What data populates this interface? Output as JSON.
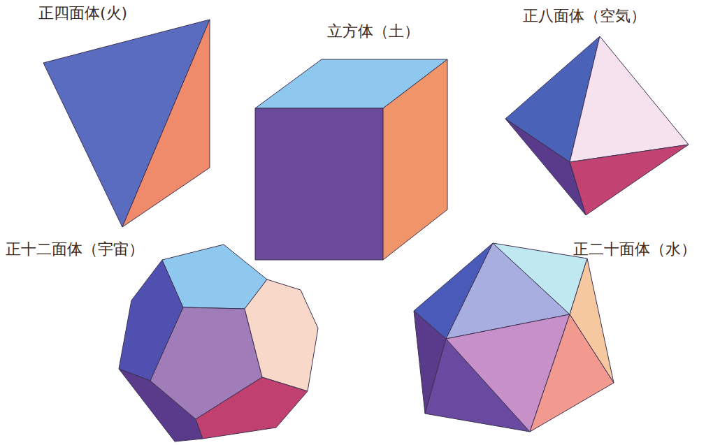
{
  "diagram": {
    "labels": [
      "正四面体(火)",
      "立方体（土）",
      "正八面体（空気）",
      "正十二面体（宇宙）",
      "正二十面体（水）"
    ]
  }
}
